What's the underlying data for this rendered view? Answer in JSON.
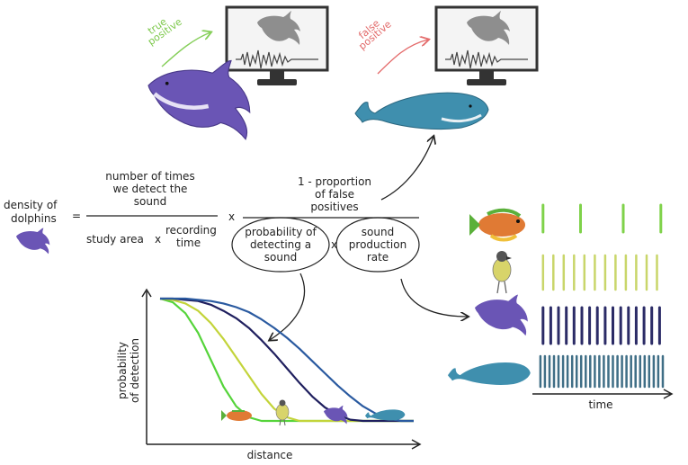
{
  "top": {
    "true_positive": {
      "line1": "true",
      "line2": "positive",
      "arrow_color": "#86cf5a"
    },
    "false_positive": {
      "line1": "false",
      "line2": "positive",
      "arrow_color": "#e46b6b"
    }
  },
  "equation": {
    "lhs_line1": "density of",
    "lhs_line2": "dolphins",
    "equals": "=",
    "times": "x",
    "num1_line1": "number of times",
    "num1_line2": "we detect the",
    "num1_line3": "sound",
    "den1_a": "study area",
    "den1_x": "x",
    "den1_b1": "recording",
    "den1_b2": "time",
    "num2_line1": "1 - proportion",
    "num2_line2": "of false",
    "num2_line3": "positives",
    "den2_a1": "probability of",
    "den2_a2": "detecting a",
    "den2_a3": "sound",
    "den2_x": "x",
    "den2_b1": "sound",
    "den2_b2": "production",
    "den2_b3": "rate"
  },
  "detection_plot": {
    "ylabel_line1": "probability",
    "ylabel_line2": "of detection",
    "xlabel": "distance"
  },
  "production_plot": {
    "xlabel": "time"
  },
  "colors": {
    "fish_curve": "#55d43a",
    "bird_curve": "#c3d43a",
    "dolphin_curve": "#1f1f5e",
    "whale_curve": "#2a5aa0",
    "fish_ticks": "#7fd24a",
    "bird_ticks": "#c9d66a",
    "dolphin_ticks": "#2b2b66",
    "whale_ticks": "#3f6e86",
    "dolphin_body": "#6a55b5",
    "whale_body": "#3f8fae"
  },
  "chart_data": {
    "type": "line",
    "series": [
      {
        "x": [
          0,
          0.05,
          0.1,
          0.15,
          0.2,
          0.25,
          0.3,
          0.35,
          0.4,
          0.45,
          0.5,
          0.55,
          0.6,
          0.65,
          0.7,
          0.75,
          0.8,
          0.85,
          0.9,
          0.95,
          1.0
        ],
        "values": [
          1.0,
          0.97,
          0.88,
          0.72,
          0.5,
          0.28,
          0.12,
          0.03,
          0.0,
          0,
          0,
          0,
          0,
          0,
          0,
          0,
          0,
          0,
          0,
          0,
          0
        ]
      },
      {
        "x": [
          0,
          0.05,
          0.1,
          0.15,
          0.2,
          0.25,
          0.3,
          0.35,
          0.4,
          0.45,
          0.5,
          0.55,
          0.6,
          0.65,
          0.7,
          0.75,
          0.8,
          0.85,
          0.9,
          0.95,
          1.0
        ],
        "values": [
          1.0,
          0.99,
          0.96,
          0.9,
          0.8,
          0.67,
          0.52,
          0.37,
          0.22,
          0.1,
          0.03,
          0.0,
          0,
          0,
          0,
          0,
          0,
          0,
          0,
          0,
          0
        ]
      },
      {
        "x": [
          0,
          0.05,
          0.1,
          0.15,
          0.2,
          0.25,
          0.3,
          0.35,
          0.4,
          0.45,
          0.5,
          0.55,
          0.6,
          0.65,
          0.7,
          0.75,
          0.8,
          0.85,
          0.9,
          0.95,
          1.0
        ],
        "values": [
          1.0,
          1.0,
          0.99,
          0.98,
          0.95,
          0.9,
          0.84,
          0.76,
          0.66,
          0.55,
          0.43,
          0.31,
          0.2,
          0.11,
          0.05,
          0.01,
          0.0,
          0,
          0,
          0,
          0
        ]
      },
      {
        "x": [
          0,
          0.05,
          0.1,
          0.15,
          0.2,
          0.25,
          0.3,
          0.35,
          0.4,
          0.45,
          0.5,
          0.55,
          0.6,
          0.65,
          0.7,
          0.75,
          0.8,
          0.85,
          0.9,
          0.95,
          1.0
        ],
        "values": [
          1.0,
          1.0,
          1.0,
          0.99,
          0.98,
          0.96,
          0.93,
          0.89,
          0.83,
          0.76,
          0.68,
          0.59,
          0.49,
          0.39,
          0.29,
          0.2,
          0.12,
          0.06,
          0.02,
          0.0,
          0
        ]
      }
    ],
    "ylim": [
      0,
      1
    ],
    "xlim": [
      0,
      1
    ],
    "grid": false,
    "pulses": {
      "fish": [
        0.04,
        0.33,
        0.66,
        0.95
      ],
      "bird": [
        0.04,
        0.12,
        0.2,
        0.28,
        0.36,
        0.44,
        0.52,
        0.6,
        0.68,
        0.76,
        0.84,
        0.92
      ],
      "dolphin": [
        0.04,
        0.1,
        0.16,
        0.22,
        0.28,
        0.34,
        0.4,
        0.46,
        0.52,
        0.58,
        0.64,
        0.7,
        0.76,
        0.82,
        0.88,
        0.94
      ],
      "whale": [
        0.02,
        0.055,
        0.09,
        0.125,
        0.16,
        0.195,
        0.23,
        0.265,
        0.3,
        0.335,
        0.37,
        0.405,
        0.44,
        0.475,
        0.51,
        0.545,
        0.58,
        0.615,
        0.65,
        0.685,
        0.72,
        0.755,
        0.79,
        0.825,
        0.86,
        0.895,
        0.93,
        0.965
      ]
    }
  }
}
